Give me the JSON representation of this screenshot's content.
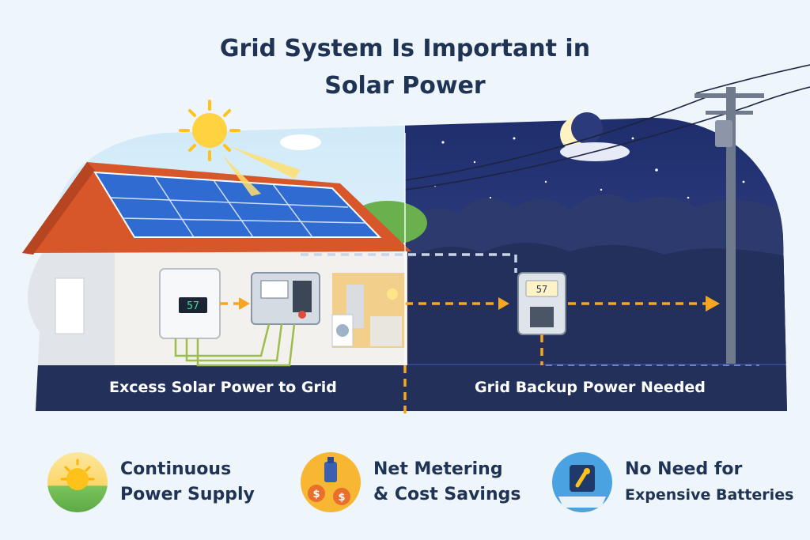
{
  "title": {
    "line1": "Grid System Is Important in",
    "line2": "Solar Power"
  },
  "inverter_display": "57",
  "meter_display": "57",
  "banner": {
    "left_label": "Excess Solar Power to Grid",
    "right_label": "Grid Backup Power Needed"
  },
  "features": [
    {
      "line1": "Continuous",
      "line2": "Power Supply",
      "icon": "sun-field-icon"
    },
    {
      "line1": "Net Metering",
      "line2": "& Cost Savings",
      "icon": "meter-coins-icon"
    },
    {
      "line1": "No Need for",
      "line2": "Expensive Batteries",
      "icon": "battery-crossed-icon"
    }
  ],
  "colors": {
    "title": "#1f3354",
    "night_sky": "#2a3a7a",
    "banner": "#23305a",
    "flow_arrow": "#f6a623",
    "roof": "#d8572a",
    "panel": "#2f6bd1"
  }
}
